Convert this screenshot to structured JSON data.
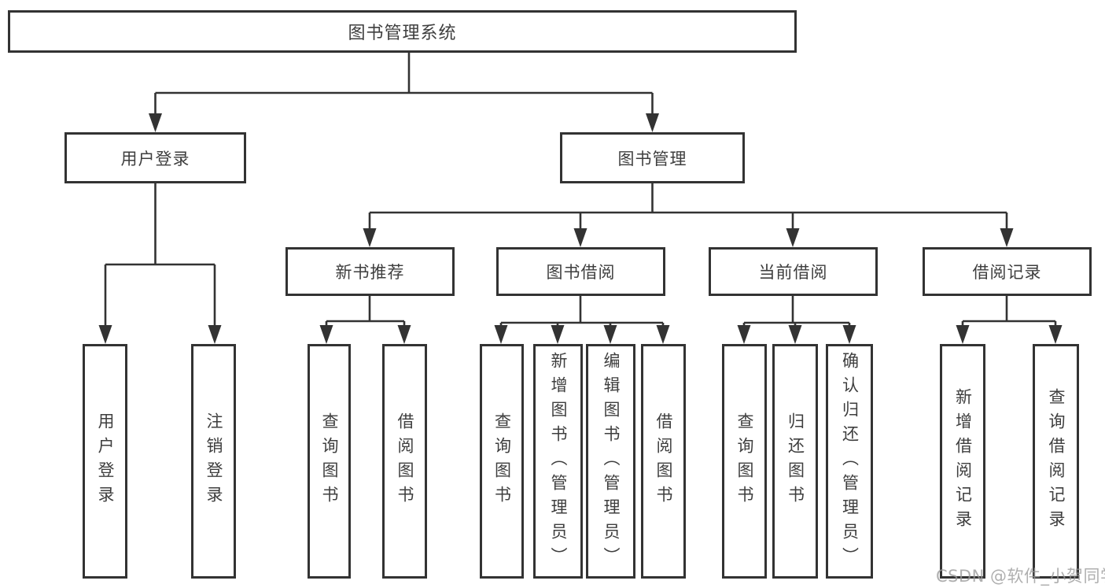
{
  "tree": {
    "label": "图书管理系统",
    "children": [
      {
        "label": "用户登录",
        "children": [
          {
            "label": "用户登录"
          },
          {
            "label": "注销登录"
          }
        ]
      },
      {
        "label": "图书管理",
        "children": [
          {
            "label": "新书推荐",
            "children": [
              {
                "label": "查询图书"
              },
              {
                "label": "借阅图书"
              }
            ]
          },
          {
            "label": "图书借阅",
            "children": [
              {
                "label": "查询图书"
              },
              {
                "label": "新增图书（管理员）"
              },
              {
                "label": "编辑图书（管理员）"
              },
              {
                "label": "借阅图书"
              }
            ]
          },
          {
            "label": "当前借阅",
            "children": [
              {
                "label": "查询图书"
              },
              {
                "label": "归还图书"
              },
              {
                "label": "确认归还（管理员）"
              }
            ]
          },
          {
            "label": "借阅记录",
            "children": [
              {
                "label": "新增借阅记录"
              },
              {
                "label": "查询借阅记录"
              }
            ]
          }
        ]
      }
    ]
  },
  "watermark": "CSDN @软件_小贺同学",
  "colors": {
    "line": "#333333",
    "node_border": "#333333",
    "text": "#3e3e3e",
    "background": "#ffffff",
    "watermark": "#989898"
  }
}
